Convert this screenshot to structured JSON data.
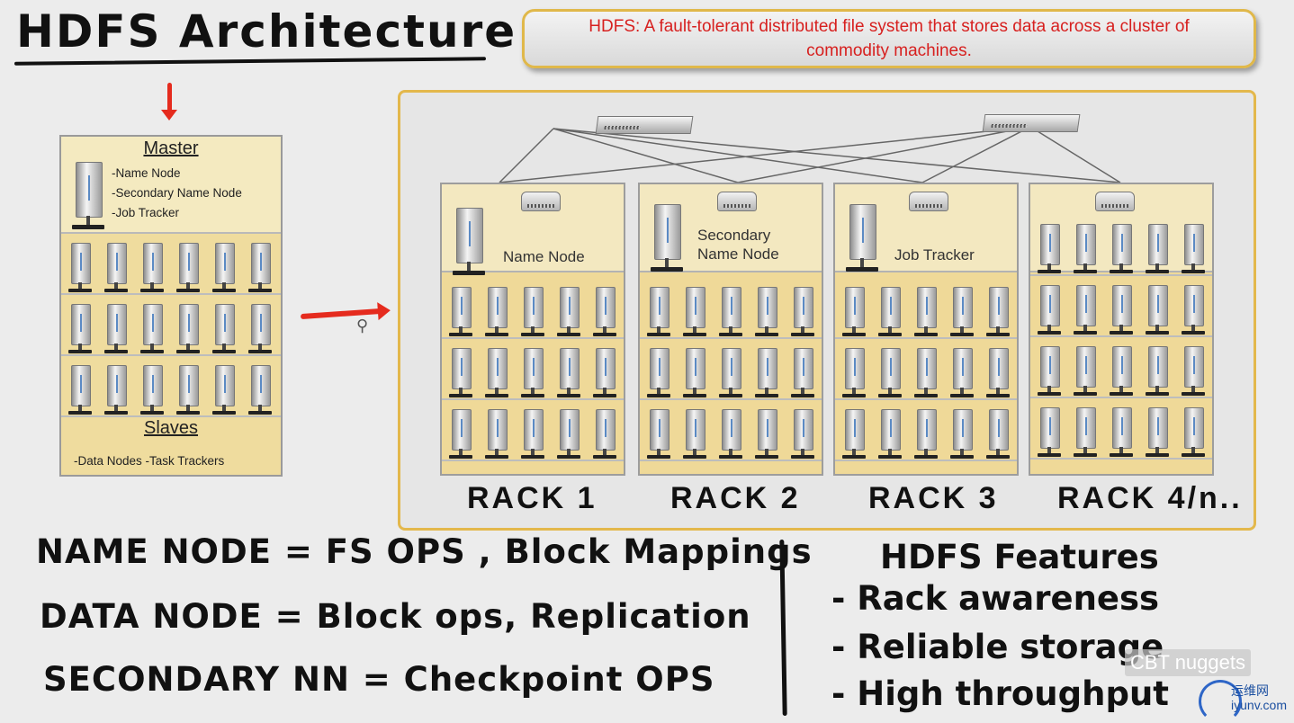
{
  "title": "HDFS Architecture",
  "callout": "HDFS: A fault-tolerant distributed file system that stores data across a cluster of commodity machines.",
  "master_panel": {
    "title": "Master",
    "items": [
      "-Name Node",
      "-Secondary Name Node",
      "-Job Tracker"
    ],
    "slaves_title": "Slaves",
    "slaves_items": "-Data Nodes  -Task Trackers"
  },
  "racks": [
    {
      "name": "Name Node",
      "label": "RACK 1"
    },
    {
      "name": "Secondary\nName Node",
      "label": "RACK 2"
    },
    {
      "name": "Job Tracker",
      "label": "RACK 3"
    },
    {
      "name": "",
      "label": "RACK 4/n.."
    }
  ],
  "notes": [
    "NAME NODE =  FS OPS , Block Mappings",
    "DATA NODE = Block ops, Replication",
    "SECONDARY NN = Checkpoint OPS"
  ],
  "features": {
    "title": "HDFS Features",
    "items": [
      "- Rack awareness",
      "- Reliable storage",
      "- High throughput"
    ]
  },
  "watermark": "CBT nuggets",
  "site_logo": {
    "line1": "运维网",
    "line2": "iyunv.com"
  },
  "colors": {
    "accent_red": "#e52b1e",
    "panel_gold": "#efd998",
    "border_gold": "#e3b84c"
  }
}
